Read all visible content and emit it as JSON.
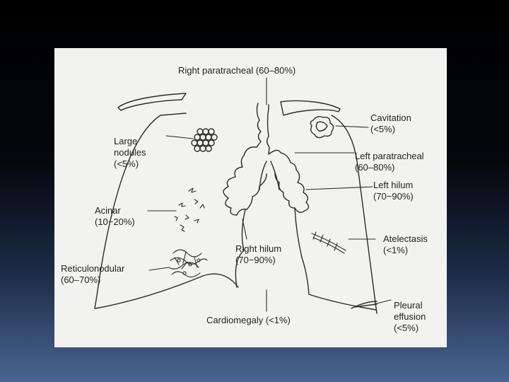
{
  "figure": {
    "labels": {
      "right_paratracheal": {
        "line1": "Right paratracheal  (60–80%)"
      },
      "cavitation": {
        "line1": "Cavitation",
        "line2": "(<5%)"
      },
      "large_nodules": {
        "line1": "Large",
        "line2": "nodules",
        "line3": "(<5%)"
      },
      "left_paratracheal": {
        "line1": "Left paratracheal",
        "line2": "(60–80%)"
      },
      "left_hilum": {
        "line1": "Left hilum",
        "line2": "(70−90%)"
      },
      "acinar": {
        "line1": "Acinar",
        "line2": "(10−20%)"
      },
      "atelectasis": {
        "line1": "Atelectasis",
        "line2": "(<1%)"
      },
      "right_hilum": {
        "line1": "Right hilum",
        "line2": "(70−90%)"
      },
      "reticulonodular": {
        "line1": "Reticulonodular",
        "line2": "(60–70%)"
      },
      "cardiomegaly": {
        "line1": "Cardiomegaly  (<1%)"
      },
      "pleural_effusion": {
        "line1": "Pleural",
        "line2": "effusion",
        "line3": "(<5%)"
      }
    },
    "colors": {
      "ink": "#2a2a2a",
      "paper": "#f2f2f0"
    }
  }
}
